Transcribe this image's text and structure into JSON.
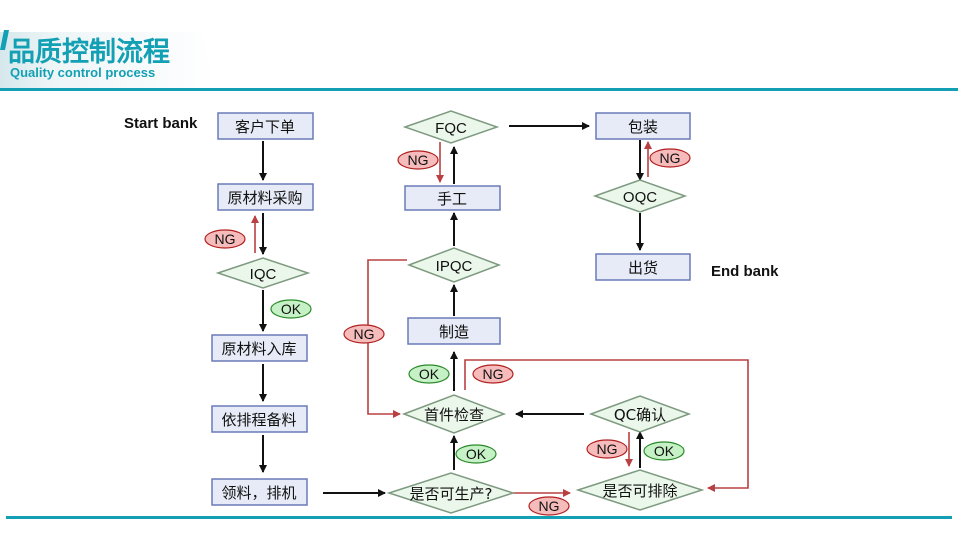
{
  "header": {
    "title_cn": "品质控制流程",
    "title_en": "Quality control process"
  },
  "flow": {
    "start_bank": "Start bank",
    "end_bank": "End bank",
    "customer_order": "客户下单",
    "raw_purchase": "原材料采购",
    "iqc": "IQC",
    "raw_storage": "原材料入库",
    "schedule_prep": "依排程备料",
    "pick_machine": "领料，排机",
    "can_produce": "是否可生产?",
    "first_piece": "首件检查",
    "can_remove": "是否可排除",
    "qc_confirm": "QC确认",
    "manufacture": "制造",
    "ipqc": "IPQC",
    "manual": "手工",
    "fqc": "FQC",
    "packing": "包装",
    "oqc": "OQC",
    "shipping": "出货"
  },
  "tags": {
    "ng": "NG",
    "ok": "OK"
  },
  "colors": {
    "accent": "#14a0b4",
    "box_fill": "#e6ebf7",
    "box_border": "#6a7bb8",
    "diamond_fill": "#ebf7ea",
    "diamond_border": "#7d9a80",
    "ng_fill": "#f6bcbc",
    "ng_border": "#b02020",
    "ok_fill": "#c6f0c6",
    "ok_border": "#2a8a2a",
    "red_line": "#b84040"
  }
}
